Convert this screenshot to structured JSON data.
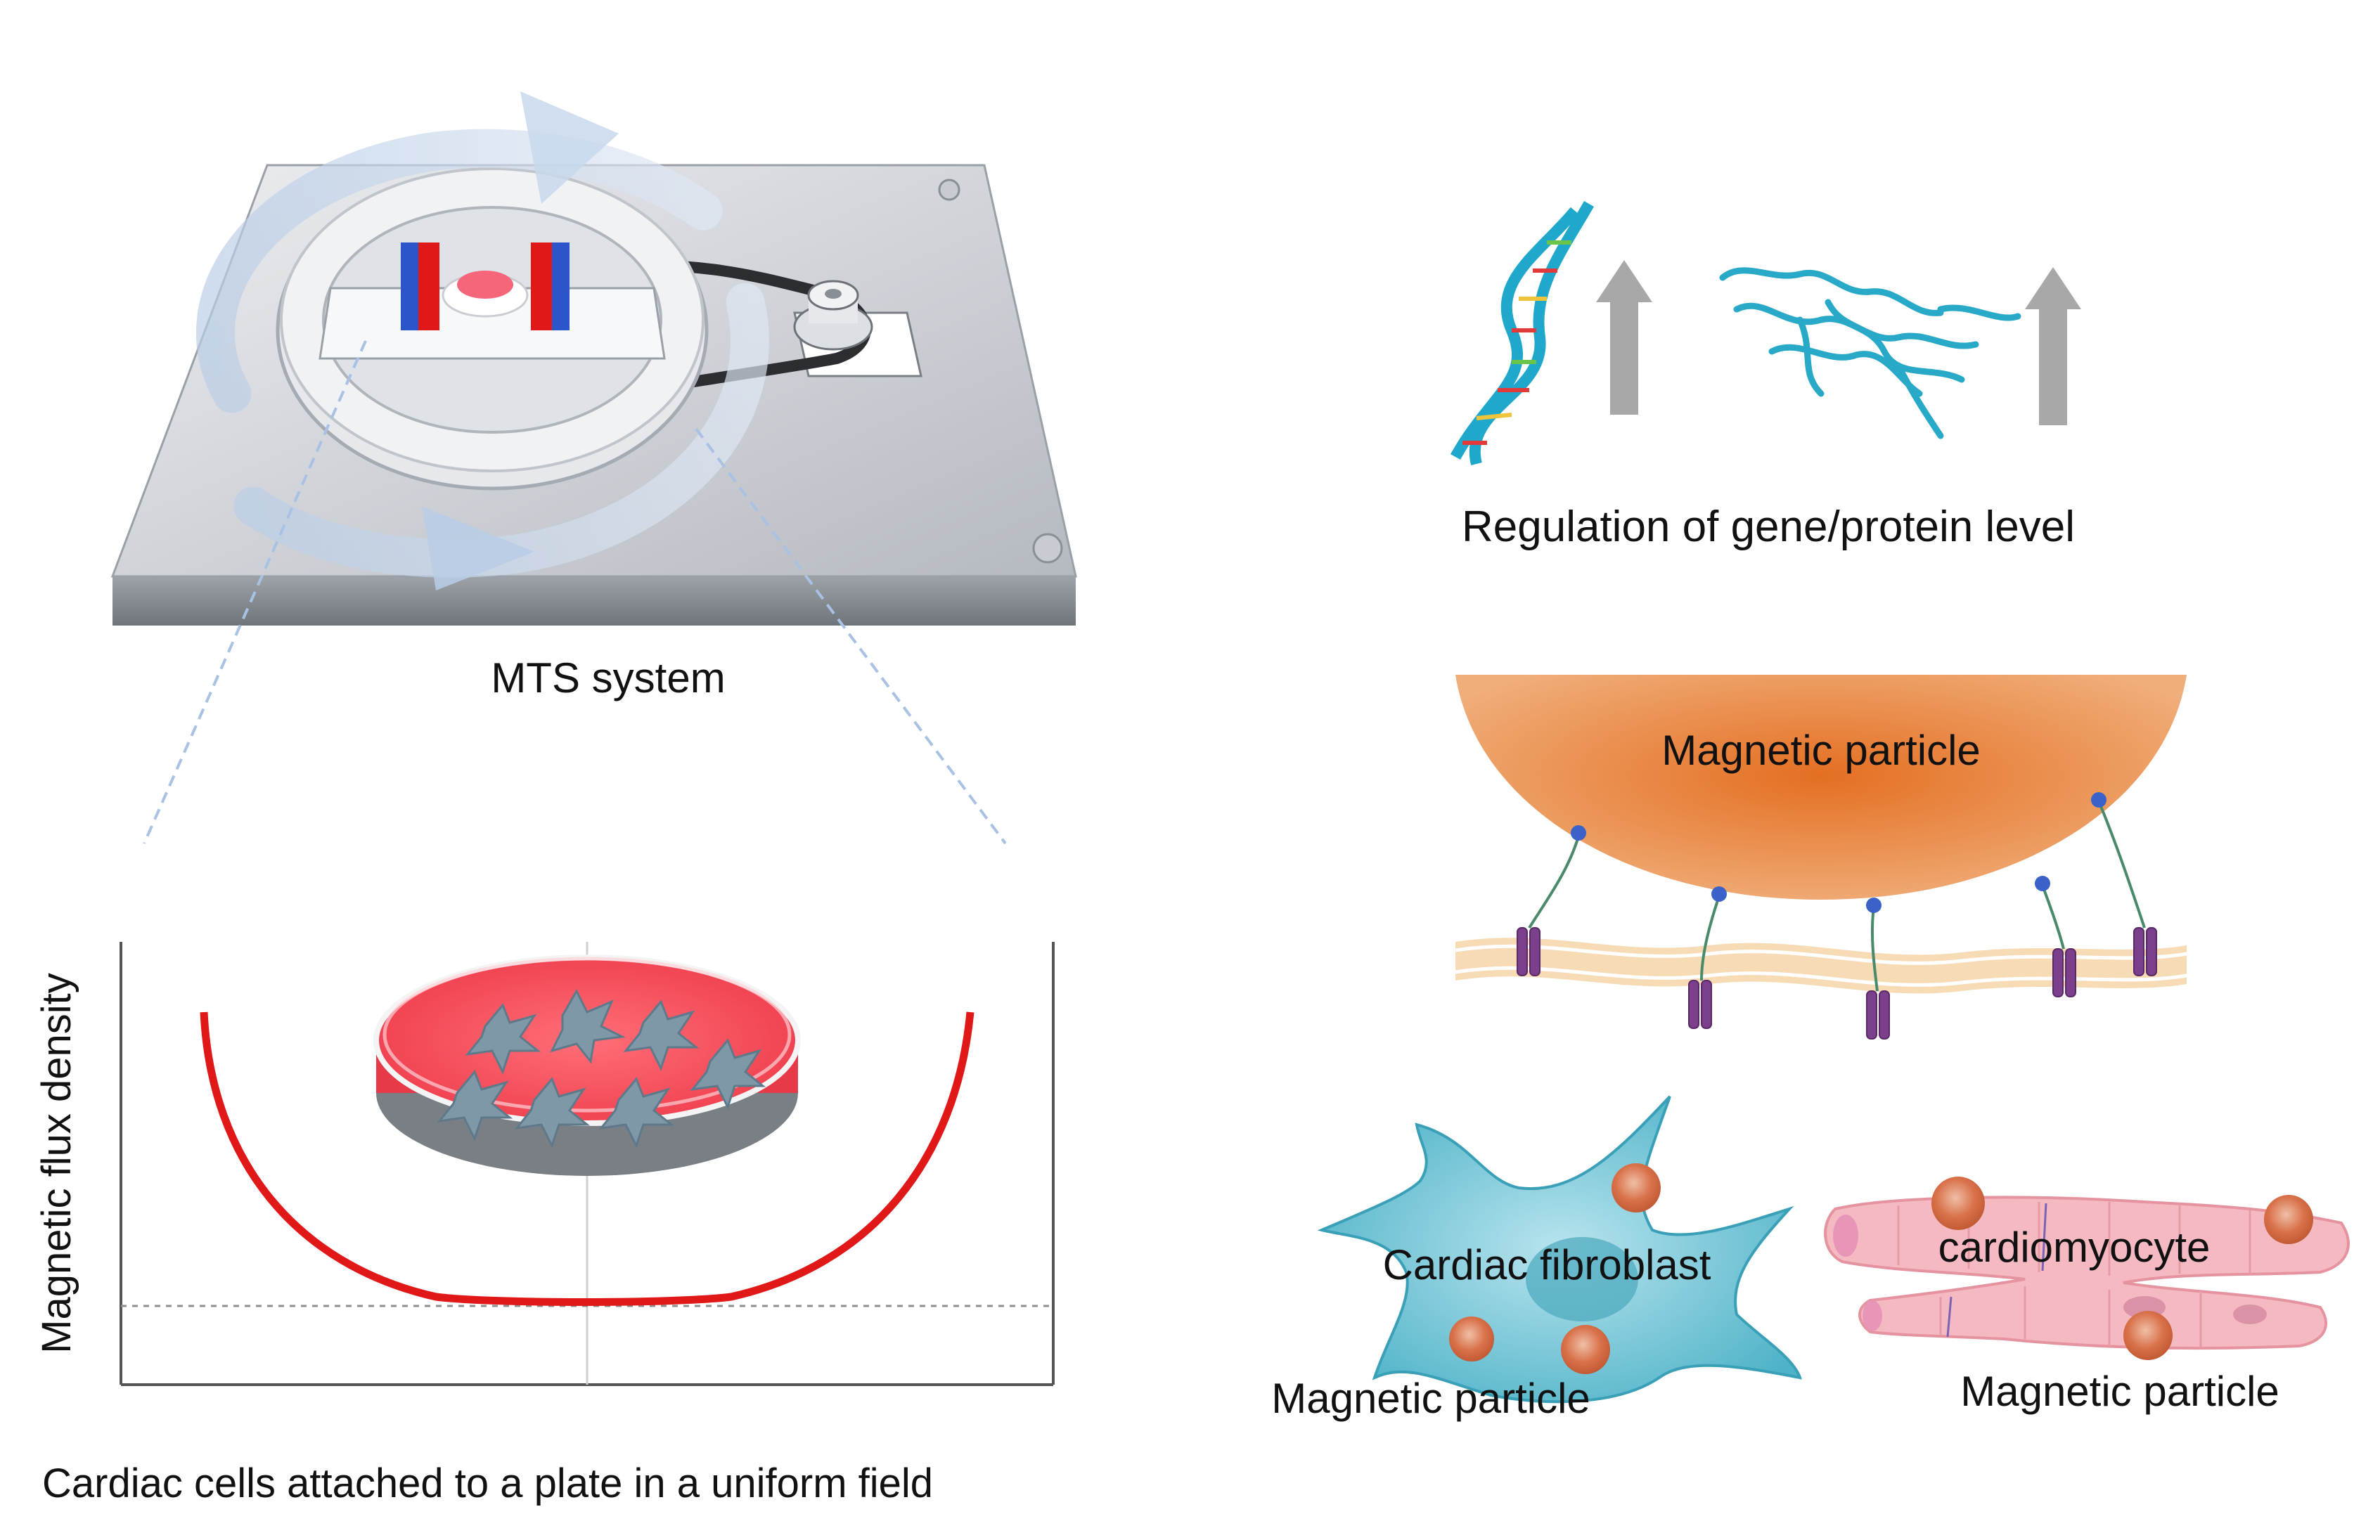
{
  "labels": {
    "mts_system": "MTS system",
    "plate_caption": "Cardiac cells attached to a plate in a uniform field",
    "y_axis": "Magnetic  flux density",
    "regulation": "Regulation of  gene/protein level",
    "magnetic_particle_big": "Magnetic  particle",
    "cardiac_fibroblast": "Cardiac  fibroblast",
    "magnetic_particle_fibroblast": "Magnetic  particle",
    "cardiomyocyte": "cardiomyocyte",
    "magnetic_particle_cardiomyocyte": "Magnetic  particle"
  },
  "colors": {
    "field_curve": "#e01818",
    "particle": "#e07a35",
    "dna": "#1fa8cc",
    "protein": "#29a9c8",
    "arrow": "#a8a8a8",
    "fibroblast": "#6fc6d6",
    "cardiomyocyte": "#f2b6be",
    "membrane": "#f3d3a6",
    "receptor": "#7b3f8c",
    "bead": "#3a62c8",
    "rotation_arrow": "#c8d8ec"
  },
  "icons": [
    "mts-device-illustration",
    "petri-dish-icon",
    "dna-icon",
    "protein-icon",
    "up-arrow-icon",
    "fibroblast-cell-icon",
    "cardiomyocyte-cell-icon",
    "receptor-icon"
  ]
}
